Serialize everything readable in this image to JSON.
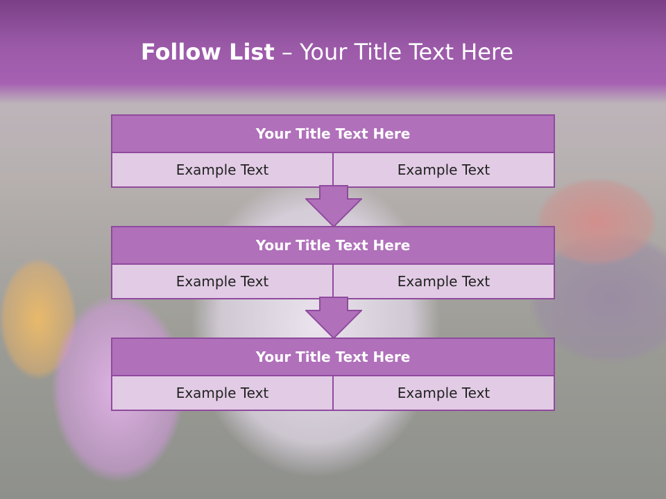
{
  "slide": {
    "title_bold": "Follow List",
    "title_rest": " – Your Title Text Here",
    "groups": [
      {
        "heading": "Your Title Text Here",
        "left": "Example Text",
        "right": "Example Text"
      },
      {
        "heading": "Your Title Text Here",
        "left": "Example Text",
        "right": "Example Text"
      },
      {
        "heading": "Your Title Text Here",
        "left": "Example Text",
        "right": "Example Text"
      }
    ]
  },
  "colors": {
    "title_band": "#9b5aa8",
    "box_header": "#b070ba",
    "box_cell": "#e2cbe5",
    "box_border": "#8f4a9d"
  }
}
